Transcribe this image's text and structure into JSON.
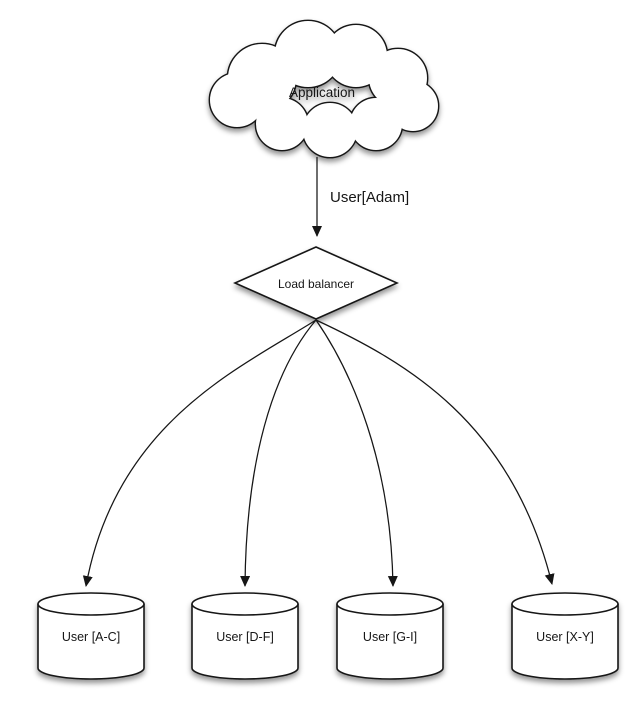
{
  "application": {
    "label": "Application"
  },
  "request_edge": {
    "label": "User[Adam]"
  },
  "load_balancer": {
    "label": "Load balancer"
  },
  "shards": [
    {
      "label": "User [A-C]"
    },
    {
      "label": "User [D-F]"
    },
    {
      "label": "User [G-I]"
    },
    {
      "label": "User [X-Y]"
    }
  ],
  "colors": {
    "stroke": "#161616",
    "fill": "#ffffff",
    "background": "#ffffff",
    "shadow": "rgba(0,0,0,0.45)"
  }
}
